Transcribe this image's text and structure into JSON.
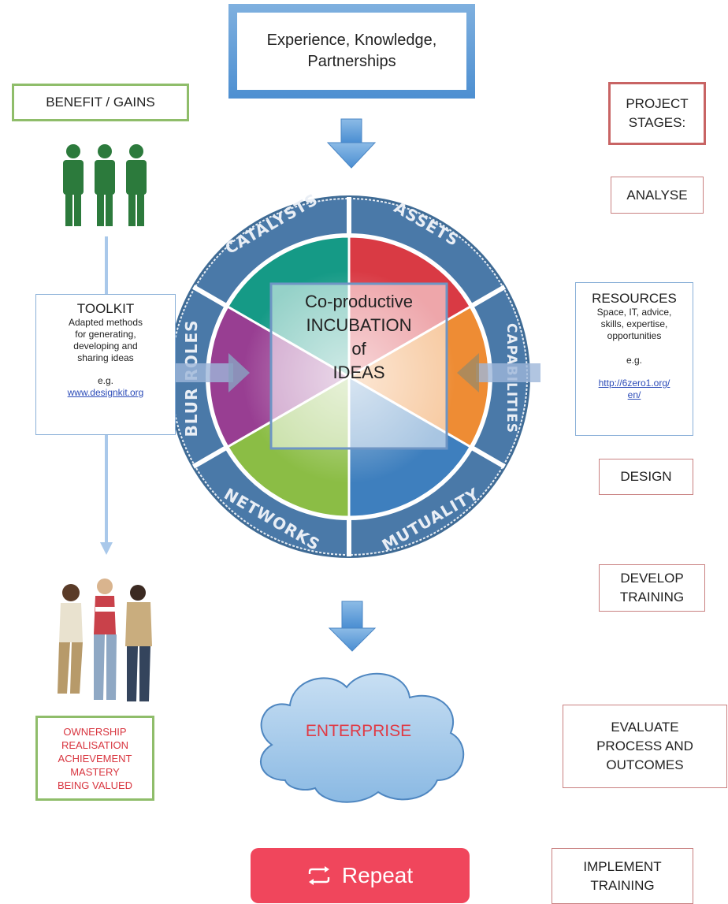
{
  "top_box": {
    "line1": "Experience, Knowledge,",
    "line2": "Partnerships"
  },
  "benefit": {
    "label": "BENEFIT / GAINS"
  },
  "project_stages": {
    "line1": "PROJECT",
    "line2": "STAGES:"
  },
  "stages": {
    "analyse": "ANALYSE",
    "design": "DESIGN",
    "develop_1": "DEVELOP",
    "develop_2": "TRAINING",
    "evaluate_1": "EVALUATE",
    "evaluate_2": "PROCESS AND",
    "evaluate_3": "OUTCOMES",
    "implement_1": "IMPLEMENT",
    "implement_2": "TRAINING"
  },
  "toolkit": {
    "title": "TOOLKIT",
    "l1": "Adapted methods",
    "l2": "for generating,",
    "l3": "developing and",
    "l4": "sharing ideas",
    "eg": "e.g.",
    "link": "www.designkit.org"
  },
  "resources": {
    "title": "RESOURCES",
    "l1": "Space, IT, advice,",
    "l2": "skills, expertise,",
    "l3": "opportunities",
    "eg": "e.g.",
    "link1": "http://6zero1.org/",
    "link2": "en/"
  },
  "wheel": {
    "center_1": "Co-productive",
    "center_2": "INCUBATION",
    "center_3": "of",
    "center_4": "IDEAS",
    "segments": [
      "CATALYSTS",
      "ASSETS",
      "CAPABILITIES",
      "MUTUALITY",
      "NETWORKS",
      "BLUR ROLES"
    ],
    "colors": [
      "#159a86",
      "#d93a44",
      "#ee8c34",
      "#3e7fbe",
      "#8bbd45",
      "#983e92"
    ]
  },
  "benefits_list": [
    "OWNERSHIP",
    "REALISATION",
    "ACHIEVEMENT",
    "MASTERY",
    "BEING VALUED"
  ],
  "cloud": {
    "label": "ENTERPRISE"
  },
  "repeat": {
    "label": "Repeat",
    "icon": "repeat-icon"
  }
}
